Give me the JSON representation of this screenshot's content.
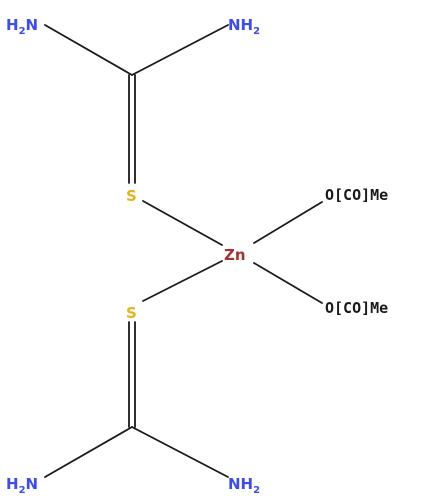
{
  "molecule": {
    "atoms": {
      "amine_top_left": {
        "main": "H",
        "sub": "2",
        "tail": "N"
      },
      "amine_top_right": {
        "main": "NH",
        "sub": "2",
        "tail": ""
      },
      "sulfur_top": {
        "main": "S"
      },
      "zinc": {
        "main": "Zn"
      },
      "acetate_top": {
        "main": "O[CO]Me"
      },
      "acetate_bottom": {
        "main": "O[CO]Me"
      },
      "sulfur_bottom": {
        "main": "S"
      },
      "amine_bottom_left": {
        "main": "H",
        "sub": "2",
        "tail": "N"
      },
      "amine_bottom_right": {
        "main": "NH",
        "sub": "2",
        "tail": ""
      }
    },
    "colors": {
      "nitrogen": "#3b4cf0",
      "sulfur": "#e8b21a",
      "zinc": "#a83232",
      "carbon_group": "#1a1a1a",
      "bond": "#1a1a1a"
    }
  }
}
